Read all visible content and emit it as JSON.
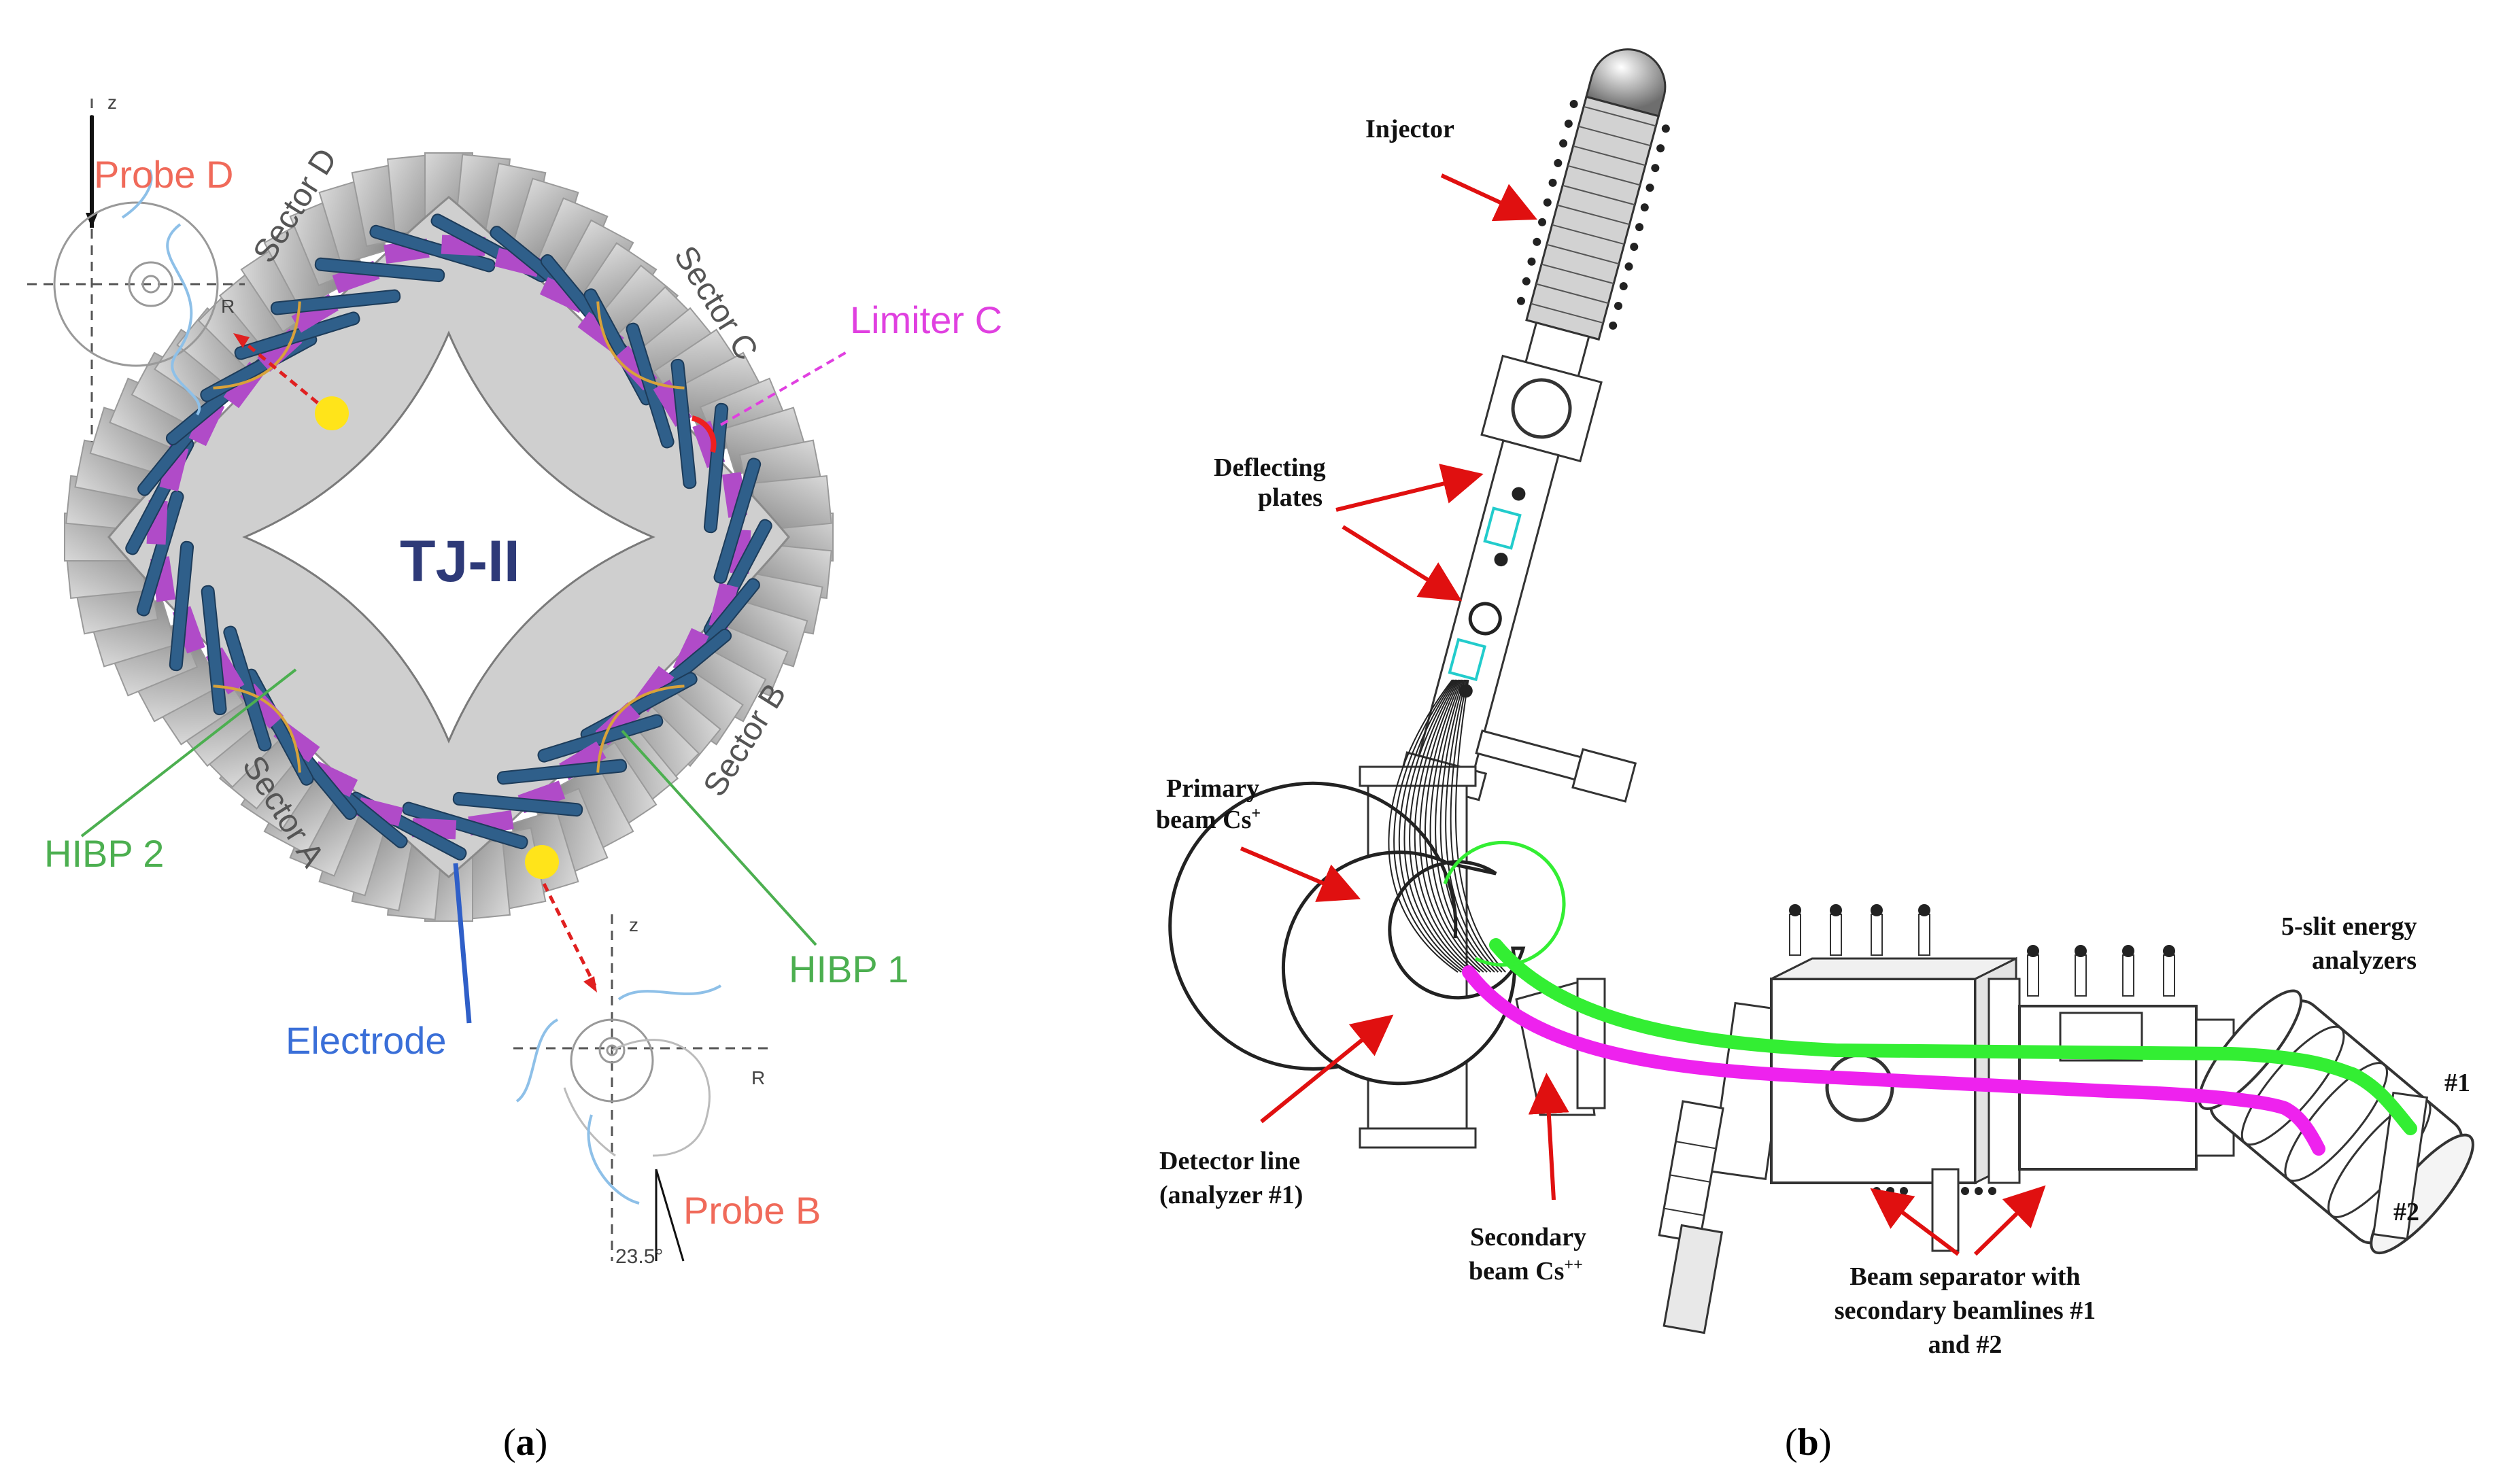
{
  "panel_a": {
    "title": "TJ-II",
    "probe_d": "Probe D",
    "probe_b": "Probe B",
    "limiter_c": "Limiter C",
    "sector_a": "Sector A",
    "sector_b": "Sector B",
    "sector_c": "Sector C",
    "sector_d": "Sector D",
    "hibp1": "HIBP 1",
    "hibp2": "HIBP 2",
    "electrode": "Electrode",
    "axis_z": "z",
    "axis_r": "R",
    "angle": "23.5°",
    "colors": {
      "probe": "#f06a5a",
      "limiter": "#e040e0",
      "hibp": "#4caf50",
      "electrode": "#3a6fd8",
      "title": "#2e3a78",
      "coil": "#2f5f8a",
      "plasma": "#b04bc8",
      "probe_marker": "#ffe41a"
    }
  },
  "panel_b": {
    "injector": "Injector",
    "deflecting_1": "Deflecting",
    "deflecting_2": "plates",
    "primary_1": "Primary",
    "primary_2": "beam Cs",
    "primary_sup": "+",
    "detector_1": "Detector line",
    "detector_2": "(analyzer #1)",
    "secondary_1": "Secondary",
    "secondary_2": "beam  Cs",
    "secondary_sup": "++",
    "separator_1": "Beam separator with",
    "separator_2": "secondary beamlines #1",
    "separator_3": "and #2",
    "analyzer_1": "5-slit energy",
    "analyzer_2": "analyzers",
    "num1": "#1",
    "num2": "#2",
    "colors": {
      "arrow": "#e01010",
      "beam1": "#33ee33",
      "beam2": "#ee22ee",
      "plates": "#22cccc"
    }
  },
  "captions": {
    "a_open": "(",
    "a_letter": "a",
    "a_close": ")",
    "b_open": "(",
    "b_letter": "b",
    "b_close": ")"
  }
}
